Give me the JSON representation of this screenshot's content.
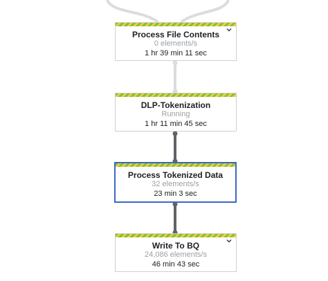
{
  "steps": [
    {
      "title": "Process File Contents",
      "rate": "0 elements/s",
      "time": "1 hr 39 min 11 sec",
      "expand_icon": "chevron-down-icon"
    },
    {
      "title": "DLP-Tokenization",
      "rate": "Running",
      "time": "1 hr 11 min 45 sec"
    },
    {
      "title": "Process Tokenized Data",
      "rate": "32 elements/s",
      "time": "23 min 3 sec",
      "selected": true
    },
    {
      "title": "Write To BQ",
      "rate": "24,086 elements/s",
      "time": "46 min 43 sec",
      "expand_icon": "chevron-down-icon"
    }
  ],
  "colors": {
    "selected_border": "#3b67c8",
    "stripe_green": "#7cc04b",
    "stripe_yellow": "#f2cf2f",
    "edge_inactive": "#dadce0",
    "edge_active": "#5f6368"
  }
}
